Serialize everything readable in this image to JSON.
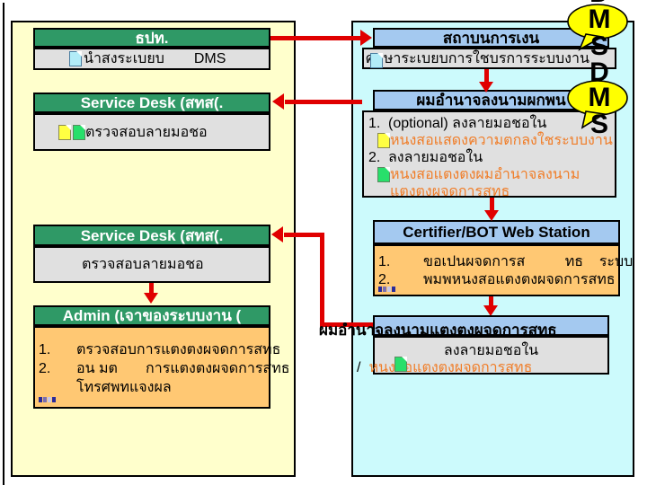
{
  "palette": {
    "green_header": "#2F9966",
    "blue_header": "#A4C9F0",
    "gray_body": "#E0E0E0",
    "orange_body": "#FFC873",
    "panel_yellow": "#FFFFCC",
    "panel_cyan": "#CCFAFC",
    "arrow_red": "#E00000",
    "orange_text": "#F07D28",
    "bubble_yellow": "#FFFF00"
  },
  "icons": {
    "doc_cyan": "cyan-document-icon",
    "doc_yellow": "yellow-document-icon",
    "doc_green": "green-document-icon",
    "squares": "colored-squares-icon"
  },
  "left_panel": {
    "bot_box": {
      "header": "ธปท.",
      "doc_label": "นำสงระเบยบ",
      "system_label": "DMS"
    },
    "service_desk_box_1": {
      "header": "Service Desk (สทส(.",
      "body": "ตรวจสอบลายมอชอ"
    },
    "service_desk_box_2": {
      "header": "Service Desk (สทส(.",
      "body": "ตรวจสอบลายมอชอ"
    },
    "admin_box": {
      "header": "Admin (เจาของระบบงาน  (",
      "item1_num": "1.",
      "item1": "ตรวจสอบการแตงตงผจดการสทธ",
      "item2_num": "2.",
      "item2": "อน มต       การแตงตงผจดการสทธ",
      "item2_line2": "โทรศพทแจงผล"
    }
  },
  "right_panel": {
    "financial_institution_box": {
      "header": "สถาบนการเงน",
      "body": "ศกษาระเบยบการใชบรการระบบงาน"
    },
    "authorized_signer_box": {
      "header": "ผมอำนาจลงนามผกพน",
      "item1_num": "1.",
      "item1": "(optional) ลงลายมอชอใน",
      "item1_doc": "หนงสอแสดงความตกลงใชระบบงาน",
      "item2_num": "2.",
      "item2": "ลงลายมอชอใน",
      "item2_doc": "หนงสอแตงตงผมอำนาจลงนาม",
      "item2_doc_line2": "แตงตงผจดการสทธ"
    },
    "certifier_box": {
      "header": "Certifier/BOT Web Station",
      "item1_num": "1.",
      "item1": "ขอเปนผจดการส          ทธ    ระบบ",
      "item2_num": "2.",
      "item2": "พมพหนงสอแตงตงผจดการสทธ"
    },
    "appointment_box": {
      "header": "ผมอำนาจลงนามแตงตงผจดการสทธ",
      "body_line1": "ลงลายมอชอใน",
      "slash": "/",
      "body_line2": "หนงสอแตงตงผจดการสทธ"
    }
  },
  "callouts": {
    "bubble1": [
      "D",
      "M",
      "S"
    ],
    "bubble2": [
      "D",
      "M",
      "S"
    ]
  }
}
